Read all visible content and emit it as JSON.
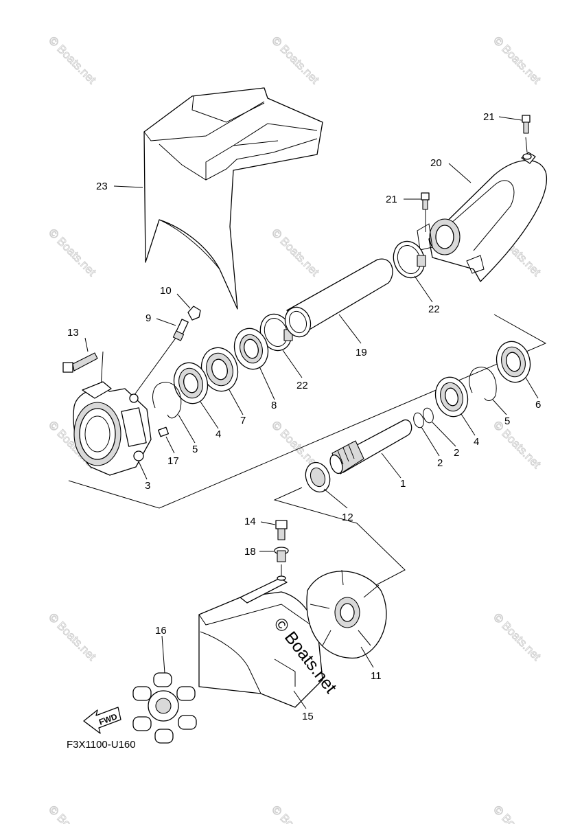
{
  "diagram_code": "F3X1100-U160",
  "watermark": "© Boats.net",
  "direction_arrow": {
    "label": "FWD",
    "icon": "fwd-arrow-icon"
  },
  "callouts": {
    "c1": "1",
    "c2a": "2",
    "c2b": "2",
    "c3": "3",
    "c4a": "4",
    "c4b": "4",
    "c5a": "5",
    "c5b": "5",
    "c6": "6",
    "c7": "7",
    "c8": "8",
    "c9": "9",
    "c10": "10",
    "c11": "11",
    "c12": "12",
    "c13": "13",
    "c14": "14",
    "c15": "15",
    "c16": "16",
    "c17": "17",
    "c18": "18",
    "c19": "19",
    "c20": "20",
    "c21a": "21",
    "c21b": "21",
    "c22a": "22",
    "c22b": "22",
    "c23": "23"
  }
}
